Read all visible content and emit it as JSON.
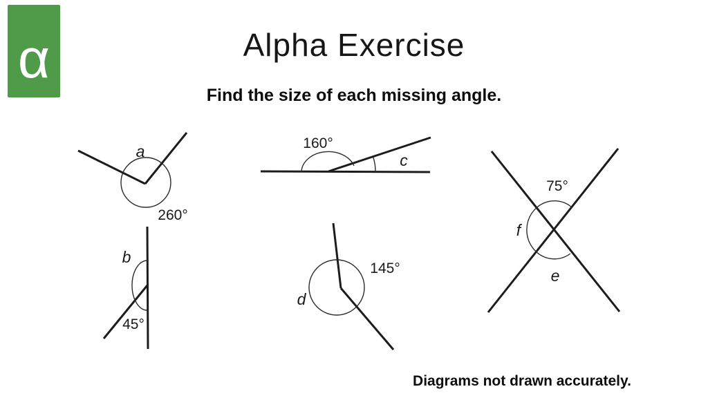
{
  "logo": {
    "letter": "α",
    "background_color": "#4f9b4a",
    "letter_color": "#ffffff"
  },
  "header": {
    "title": "Alpha Exercise",
    "instruction": "Find the size of each missing angle."
  },
  "footer": {
    "note": "Diagrams not drawn accurately."
  },
  "diagrams": {
    "a": {
      "missing": "a",
      "given": "260°"
    },
    "b": {
      "missing": "b",
      "given": "45°"
    },
    "c": {
      "missing": "c",
      "given": "160°"
    },
    "d": {
      "missing": "d",
      "given": "145°"
    },
    "ef": {
      "missing_f": "f",
      "missing_e": "e",
      "given": "75°"
    }
  }
}
